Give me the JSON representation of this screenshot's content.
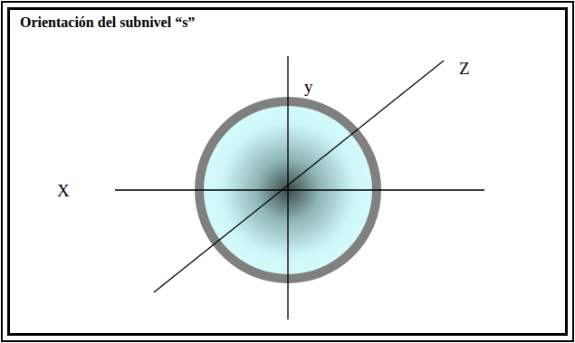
{
  "diagram": {
    "title": "Orientación del subnivel “s”",
    "labels": [
      "y",
      "Z",
      "X"
    ]
  }
}
